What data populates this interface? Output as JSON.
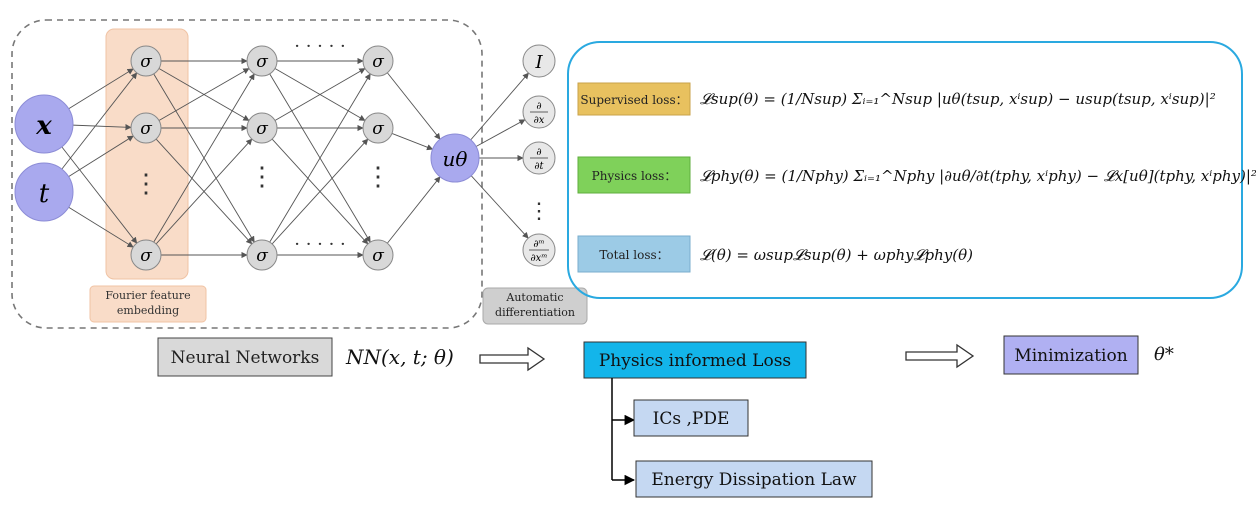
{
  "colors": {
    "input_node": "#a9a9ee",
    "hidden_node": "#d8d8d8",
    "output_node": "#a9a9ee",
    "fourier_band": "#f9dcc8",
    "supervised_box": "#e8c15f",
    "physics_box": "#7fd15a",
    "total_box": "#9ccbe6",
    "pil_box": "#13b5ea",
    "sub_box": "#c5d8f2",
    "minim_box": "#b0b0f2",
    "nn_box": "#d9d9d9",
    "panel_border": "#2aa9e0"
  },
  "network": {
    "inputs": [
      "x",
      "t"
    ],
    "hidden_symbol": "σ",
    "output": "uθ",
    "ellipsis_h": "· · · · ·",
    "ellipsis_v": "⋮",
    "fourier_label": "Fourier feature embedding"
  },
  "autodiff": {
    "identity": "I",
    "d_dx": {
      "num": "∂",
      "den": "∂x"
    },
    "d_dt": {
      "num": "∂",
      "den": "∂t"
    },
    "d_dxm": {
      "num": "∂ᵐ",
      "den": "∂xᵐ"
    },
    "label": "Automatic differentiation"
  },
  "losses": {
    "supervised": {
      "label": "Supervised loss：",
      "formula": "𝓛sup(θ) = (1/Nsup) Σᵢ₌₁^Nsup |uθ(tsup, xⁱsup) − usup(tsup, xⁱsup)|²"
    },
    "physics": {
      "label": "Physics loss：",
      "formula": "𝓛phy(θ) = (1/Nphy) Σᵢ₌₁^Nphy |∂uθ/∂t(tphy, xⁱphy) − 𝓛x[uθ](tphy, xⁱphy)|²"
    },
    "total": {
      "label": "Total loss：",
      "formula": "𝓛(θ) = ωsup𝓛sup(θ) + ωphy𝓛phy(θ)"
    }
  },
  "bottom": {
    "nn_label": "Neural Networks",
    "nn_formula": "NN(x, t; θ)",
    "pil_label": "Physics informed Loss",
    "ics_label": "ICs ,PDE",
    "energy_label": "Energy Dissipation Law",
    "min_label": "Minimization",
    "theta_star": "θ*"
  }
}
